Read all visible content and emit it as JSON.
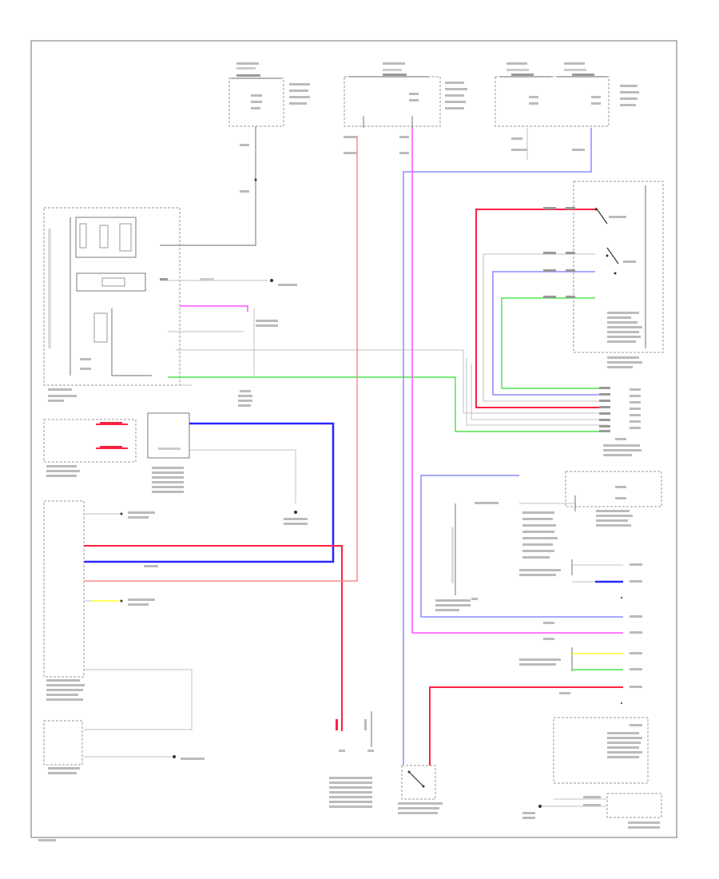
{
  "diagram": {
    "title": "",
    "footer_tag": "",
    "components": [
      {
        "id": "engine-room-relay-box",
        "label": ""
      },
      {
        "id": "cowl-relay-box",
        "label": ""
      },
      {
        "id": "right-relay-box",
        "label": ""
      },
      {
        "id": "body-control-module",
        "label": ""
      },
      {
        "id": "combination-meter",
        "label": ""
      },
      {
        "id": "left-blind-spot-sensor",
        "label": ""
      },
      {
        "id": "left-radar-sensor-module",
        "label": ""
      },
      {
        "id": "left-blind-spot-monitor-unit",
        "label": ""
      },
      {
        "id": "left-outer-mirror",
        "label": ""
      },
      {
        "id": "headlight-dimmer-switch",
        "label": ""
      },
      {
        "id": "right-blind-spot-sensor",
        "label": ""
      },
      {
        "id": "right-radar-sensor-module",
        "label": ""
      },
      {
        "id": "right-blind-spot-monitor-unit",
        "label": ""
      },
      {
        "id": "right-outer-mirror",
        "label": ""
      },
      {
        "id": "blind-spot-monitor-switch",
        "label": ""
      },
      {
        "id": "ground-point",
        "label": ""
      }
    ]
  }
}
